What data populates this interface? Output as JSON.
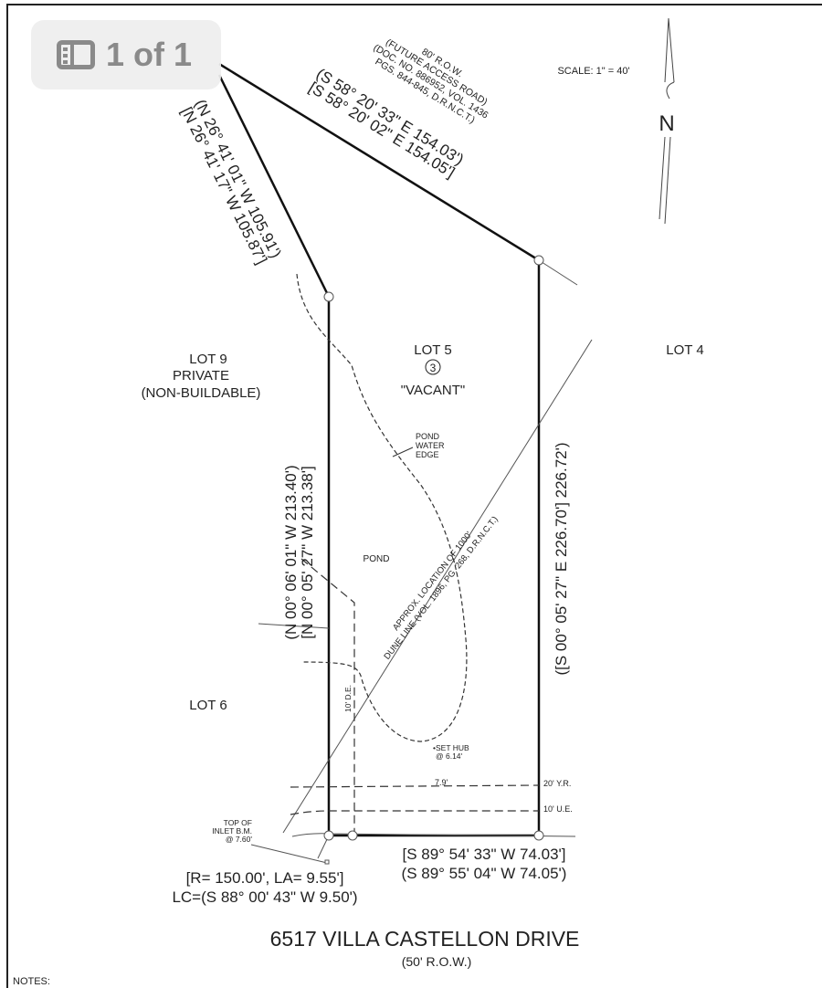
{
  "viewer": {
    "page_indicator": "1 of 1",
    "icon": "sidebar-pages-icon"
  },
  "plat": {
    "scale": "SCALE: 1\" = 40'",
    "north": "N",
    "row_note": [
      "80' R.O.W.",
      "(FUTURE ACCESS ROAD)",
      "(DOC. NO. 886952, VOL. 1436",
      "PGS. 844-845, D.R.N.C.T.)"
    ],
    "north_line": [
      "(S 58° 20' 33\" E 154.03')",
      "[S 58° 20' 02\" E 154.05']"
    ],
    "west_diag_line": [
      "(N 26° 41' 01\" W 105.91')",
      "[N 26° 41' 17\" W 105.87']"
    ],
    "west_line": [
      "(N 00° 06' 01\" W 213.40')",
      "[N 00° 05' 27\" W 213.38']"
    ],
    "east_line": "([S 00° 05' 27\" E 226.70'] 226.72')",
    "south_line": [
      "[S 89° 54' 33\" W 74.03']",
      "(S 89° 55' 04\" W 74.05')"
    ],
    "curve": [
      "[R= 150.00', LA= 9.55']",
      "LC=(S 88° 00' 43\" W 9.50')"
    ],
    "lot9": [
      "LOT 9",
      "PRIVATE",
      "(NON-BUILDABLE)"
    ],
    "lot5": [
      "LOT 5",
      "3",
      "\"VACANT\""
    ],
    "lot4": "LOT 4",
    "lot6": "LOT 6",
    "pond_edge": [
      "POND",
      "WATER",
      "EDGE"
    ],
    "pond": "POND",
    "dune": [
      "APPROX. LOCATION OF 1000'",
      "DUNE LINE (VOL. 1896, PG. 268, D.R.N.C.T.)"
    ],
    "de": "10' D.E.",
    "set_hub": [
      "•SET HUB",
      "@ 6.14'"
    ],
    "yr_dim": "7.9'",
    "yr": "20' Y.R.",
    "ue": "10' U.E.",
    "inlet": [
      "TOP OF",
      "INLET B.M.",
      "@ 7.60'"
    ],
    "street": "6517 VILLA CASTELLON DRIVE",
    "street_row": "(50' R.O.W.)",
    "notes": "NOTES:"
  }
}
